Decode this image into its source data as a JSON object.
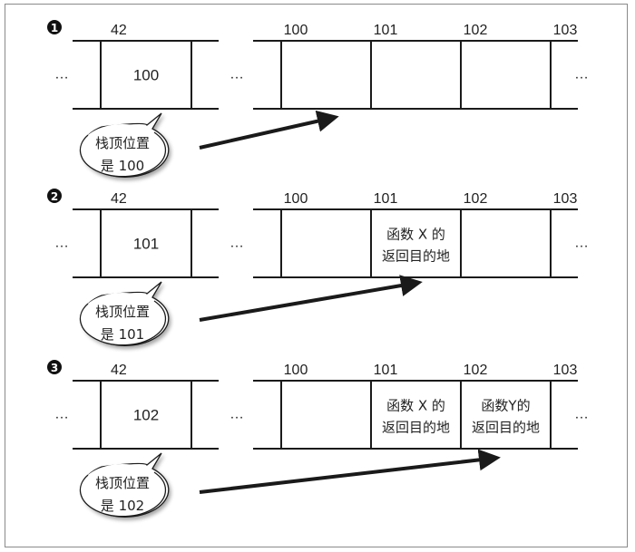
{
  "panels": [
    {
      "marker": "1",
      "left_label": "42",
      "left_value": "100",
      "ellipsis": "…",
      "right_labels": [
        "100",
        "101",
        "102",
        "103"
      ],
      "right_cells": [
        [],
        [],
        []
      ],
      "bubble": [
        "栈顶位置",
        "是 100"
      ]
    },
    {
      "marker": "2",
      "left_label": "42",
      "left_value": "101",
      "ellipsis": "…",
      "right_labels": [
        "100",
        "101",
        "102",
        "103"
      ],
      "right_cells": [
        [],
        [
          "函数 X 的",
          "返回目的地"
        ],
        []
      ],
      "bubble": [
        "栈顶位置",
        "是 101"
      ]
    },
    {
      "marker": "3",
      "left_label": "42",
      "left_value": "102",
      "ellipsis": "…",
      "right_labels": [
        "100",
        "101",
        "102",
        "103"
      ],
      "right_cells": [
        [],
        [
          "函数 X 的",
          "返回目的地"
        ],
        [
          "函数Y的",
          "返回目的地"
        ]
      ],
      "bubble": [
        "栈顶位置",
        "是 102"
      ]
    }
  ],
  "colors": {
    "line": "#1a1a1a",
    "bubble_fill": "#ffffff",
    "border": "#8a8a8a"
  }
}
